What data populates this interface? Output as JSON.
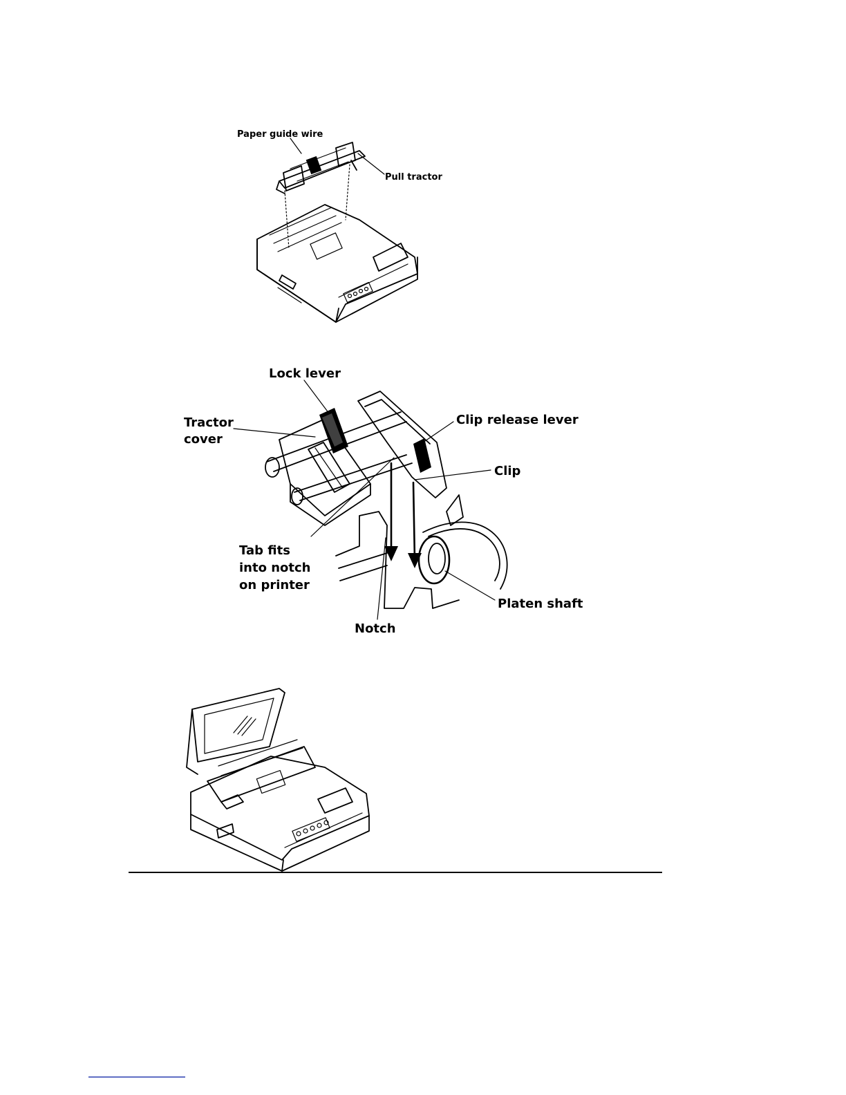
{
  "figure1": {
    "labels": {
      "paper_guide_wire": "Paper guide wire",
      "pull_tractor": "Pull tractor"
    }
  },
  "figure2": {
    "labels": {
      "lock_lever": "Lock lever",
      "tractor_cover_line1": "Tractor",
      "tractor_cover_line2": "cover",
      "clip_release_lever": "Clip release lever",
      "clip": "Clip",
      "tab_line1": "Tab fits",
      "tab_line2": "into notch",
      "tab_line3": "on printer",
      "platen_shaft": "Platen shaft",
      "notch": "Notch"
    }
  }
}
